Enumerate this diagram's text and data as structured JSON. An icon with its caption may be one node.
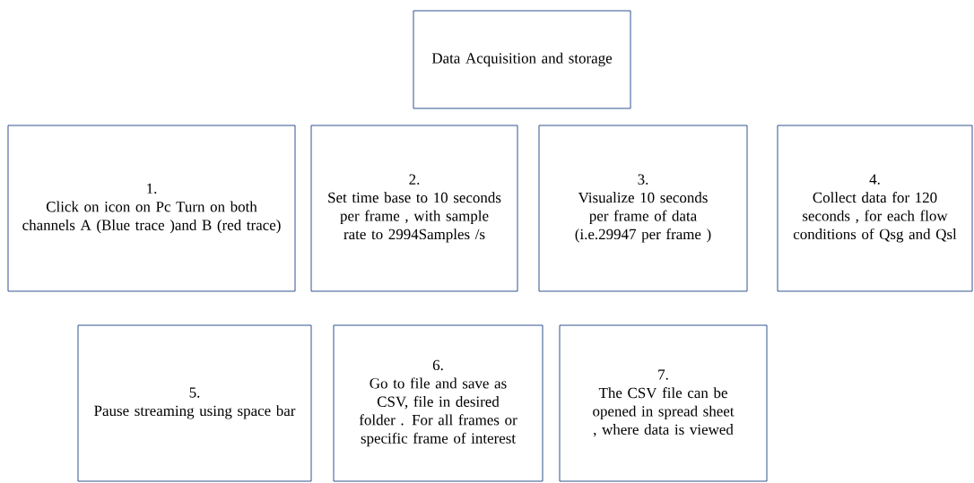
{
  "diagram": {
    "nodes": [
      {
        "text": [
          "Data Acquisition and storage"
        ]
      },
      {
        "text": [
          "1.",
          "Click on icon on Pc Turn on both channels A (Blue trace )and B (red trace)"
        ]
      },
      {
        "text": [
          "2.",
          "Set time base to 10 seconds per frame , with sample rate to 2994Samples /s"
        ]
      },
      {
        "text": [
          "3.",
          "Visualize 10 seconds per frame of data (i.e.29947 per frame )"
        ]
      },
      {
        "text": [
          "4.",
          "Collect data for 120 seconds , for each flow conditions of Qsg and Qsl"
        ]
      },
      {
        "text": [
          "5.",
          "Pause streaming using space bar"
        ]
      },
      {
        "text": [
          "6.",
          "Go to file and save as CSV, file in desired folder . For all frames or specific frame of interest"
        ]
      },
      {
        "text": [
          "7.",
          "The CSV file can be opened in spread sheet , where data is viewed"
        ]
      }
    ]
  }
}
